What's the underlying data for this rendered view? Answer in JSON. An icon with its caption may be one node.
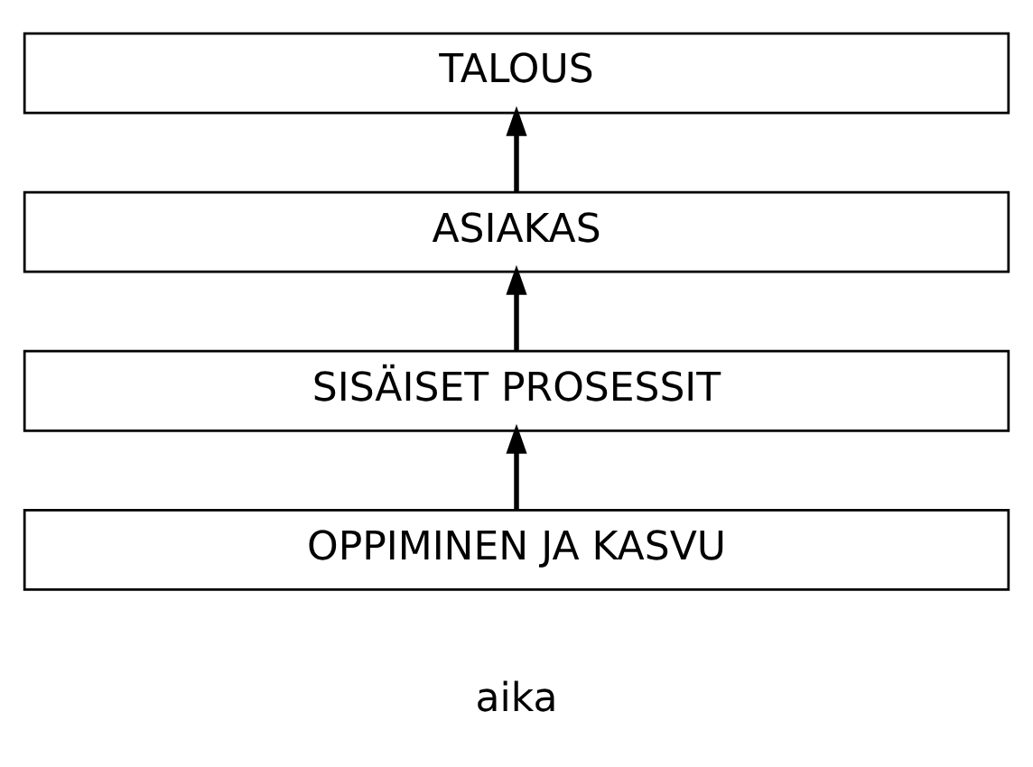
{
  "diagram": {
    "nodes": [
      {
        "text": [
          "TALOUS"
        ]
      },
      {
        "text": [
          "ASIAKAS"
        ]
      },
      {
        "text": [
          "SISÄISET PROSESSIT"
        ]
      },
      {
        "text": [
          "OPPIMINEN JA KASVU"
        ]
      }
    ],
    "edges": [
      {
        "from": 3,
        "to": 2,
        "arrow": "to"
      },
      {
        "from": 2,
        "to": 1,
        "arrow": "to"
      },
      {
        "from": 1,
        "to": 0,
        "arrow": "to"
      }
    ],
    "labels": [
      "aika"
    ]
  }
}
